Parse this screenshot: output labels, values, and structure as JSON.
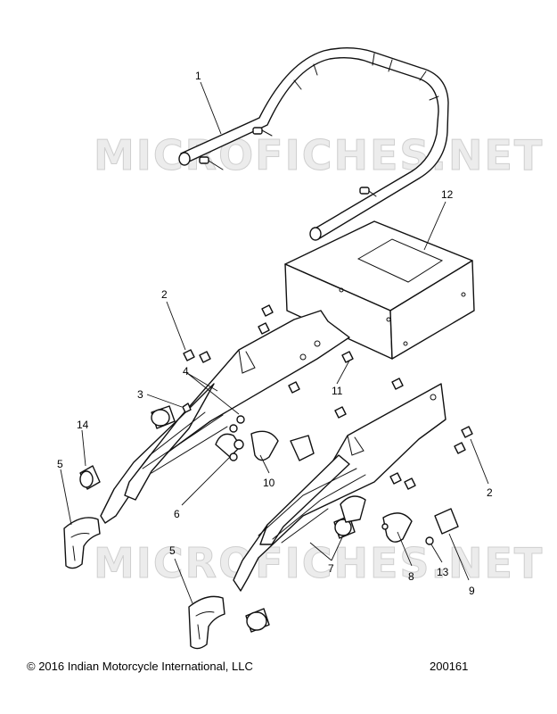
{
  "watermark": "MICROFICHES.NET",
  "callouts": [
    "1",
    "2",
    "3",
    "4",
    "5",
    "6",
    "7",
    "8",
    "9",
    "10",
    "11",
    "12",
    "13",
    "14"
  ],
  "footer": {
    "copyright": "© 2016 Indian Motorcycle International, LLC",
    "drawing_number": "200161"
  }
}
